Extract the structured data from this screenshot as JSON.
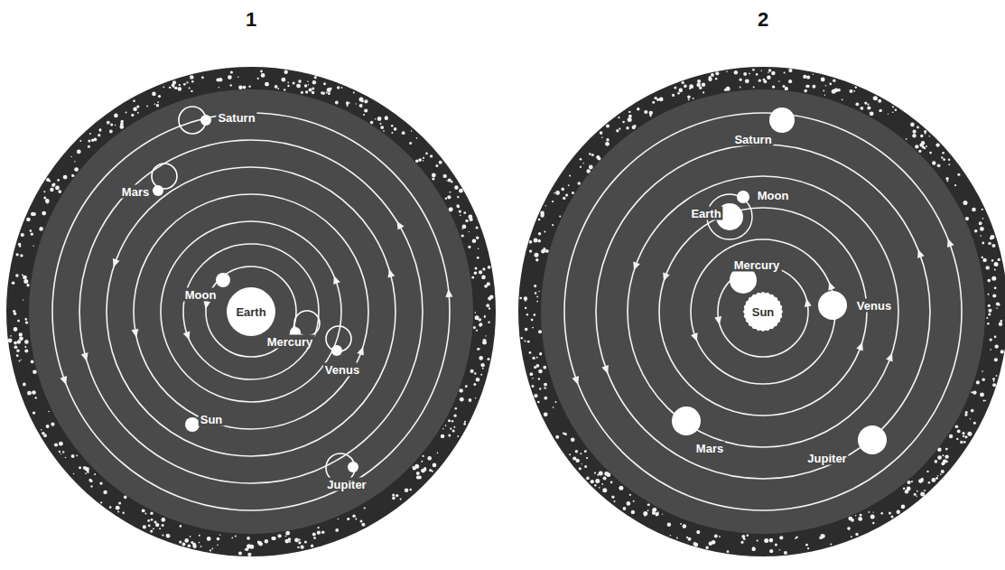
{
  "diagram": {
    "nodes": [
      {
        "text": [
          "Earth"
        ]
      },
      {
        "text": [
          "Sun"
        ]
      }
    ],
    "labels": [
      "1",
      "2",
      "Saturn",
      "Mars",
      "Moon",
      "Mercury",
      "Venus",
      "Sun",
      "Jupiter",
      "Saturn",
      "Moon",
      "Earth",
      "Mercury",
      "Venus",
      "Mars",
      "Jupiter"
    ]
  }
}
